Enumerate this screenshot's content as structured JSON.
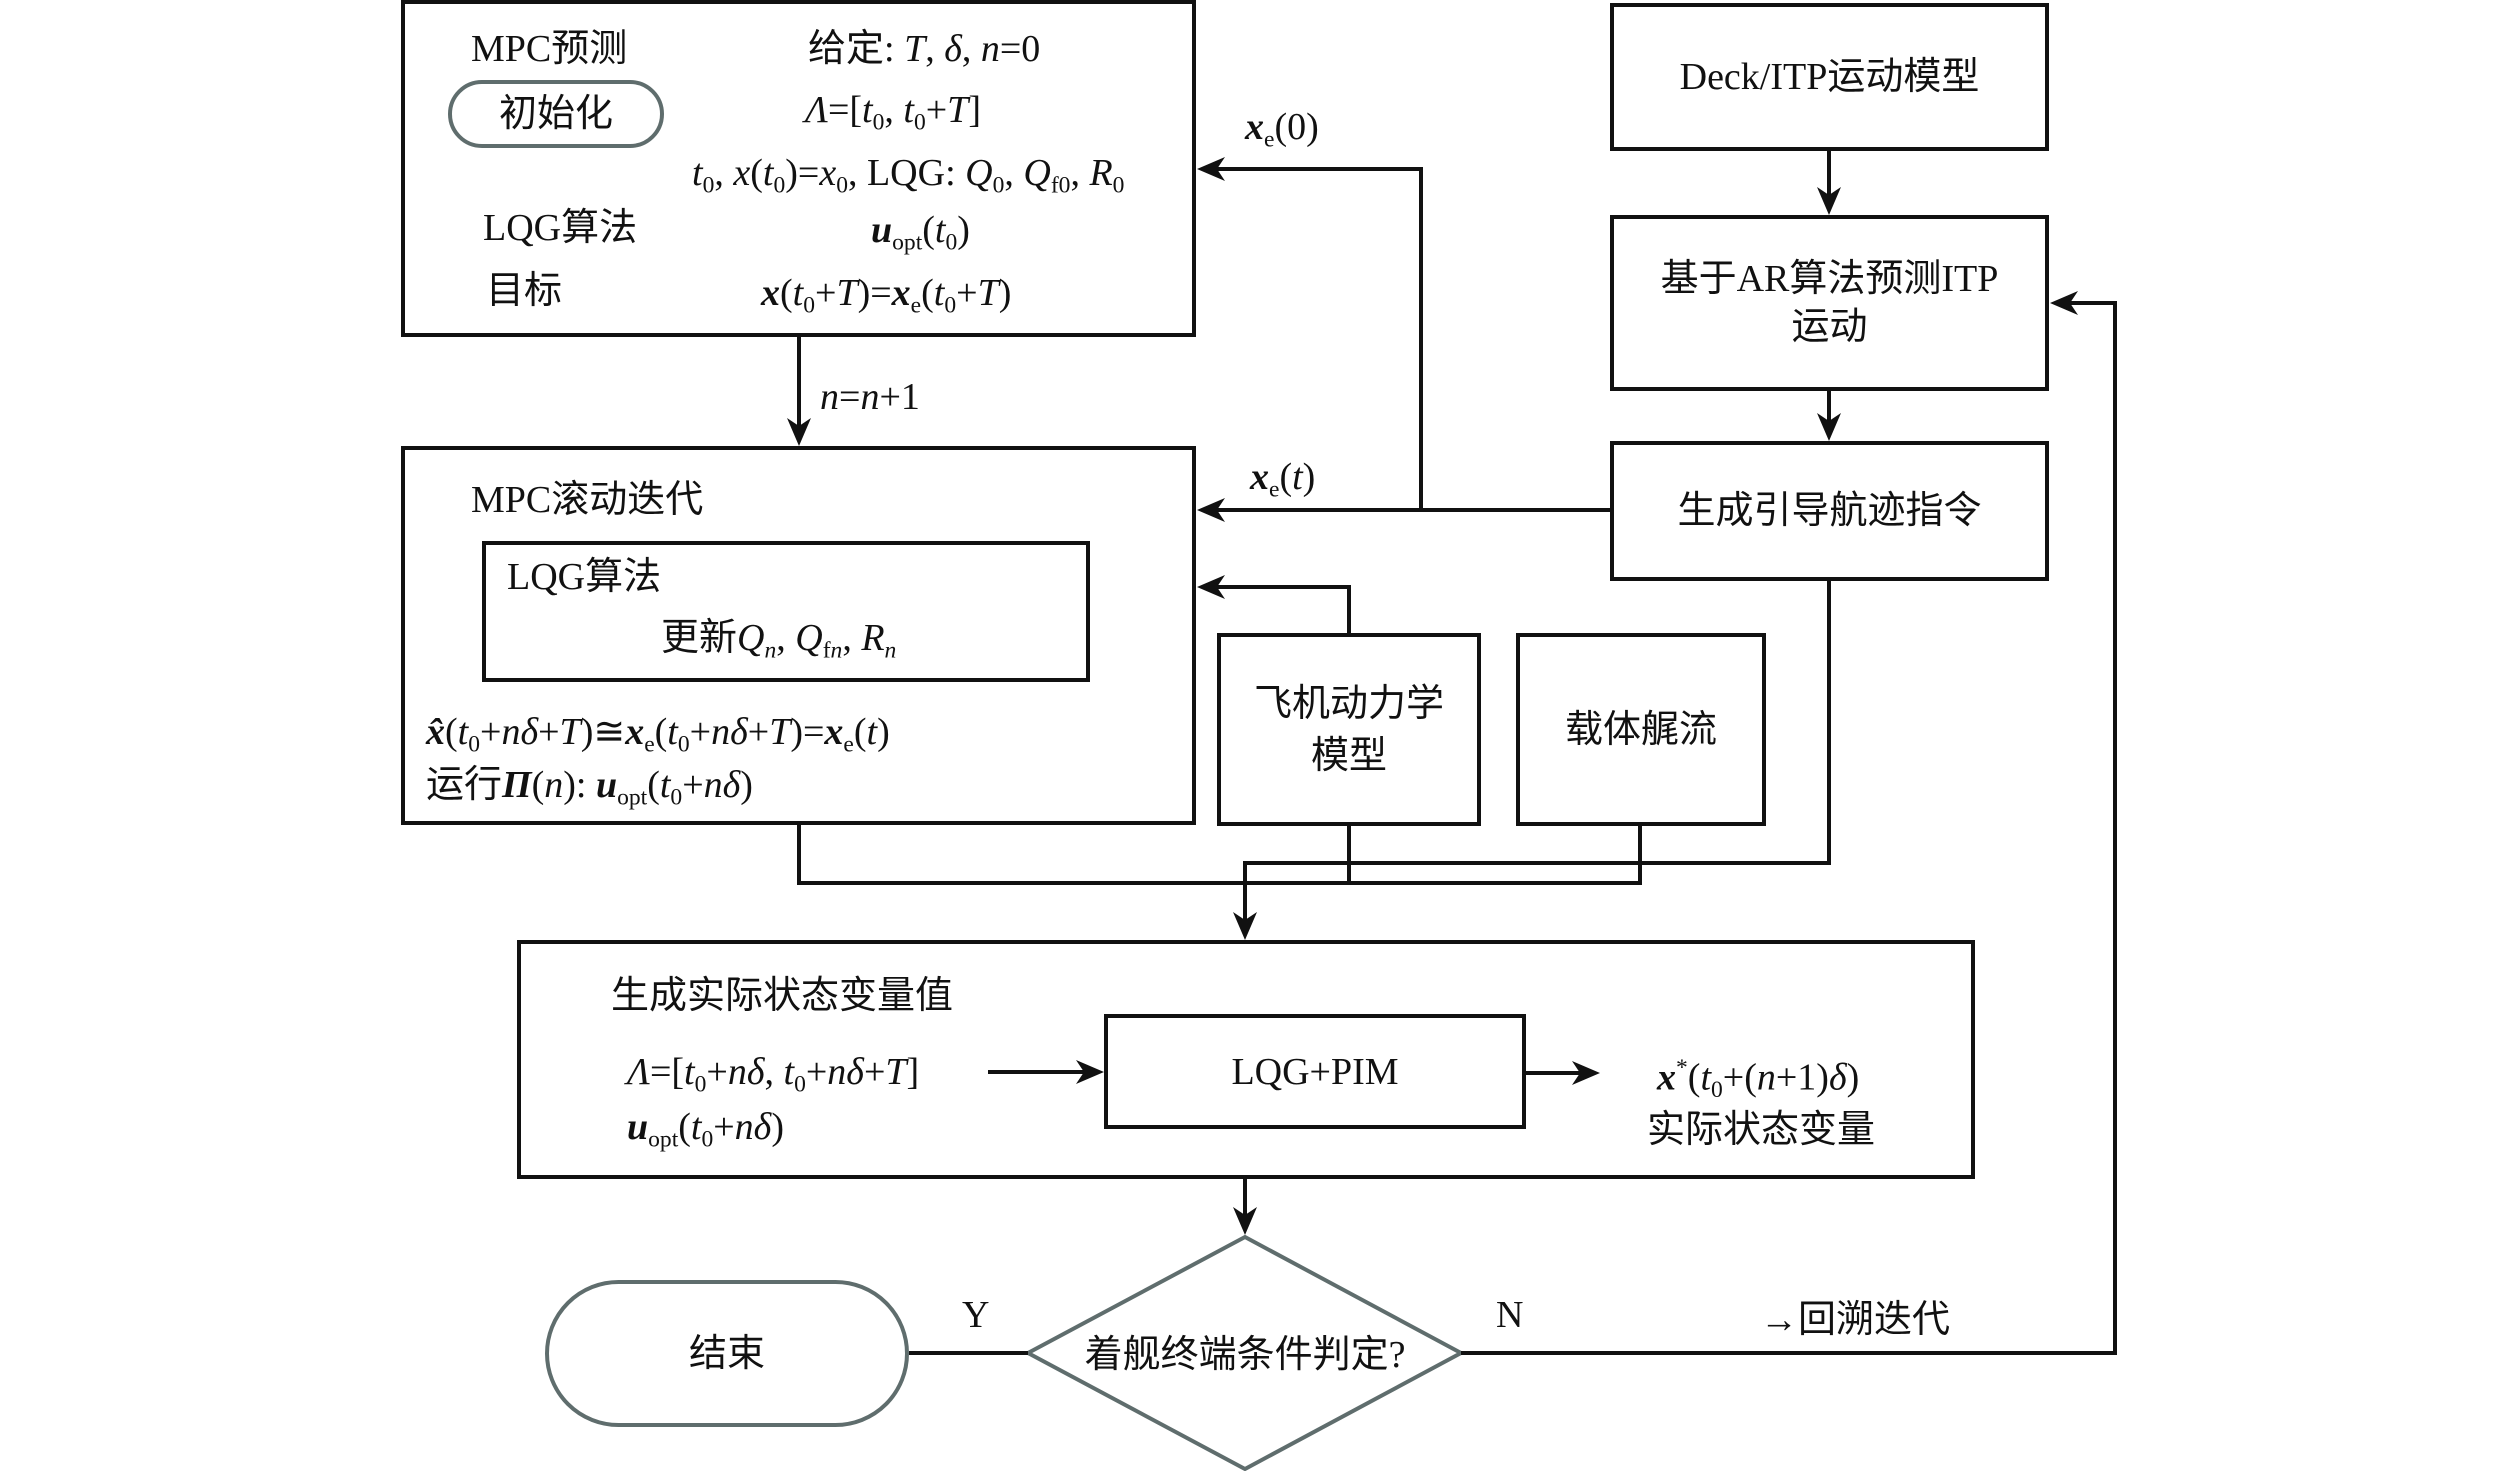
{
  "figure": {
    "type": "flowchart",
    "nodes": {
      "mpc_predict": {
        "title": "MPC预测",
        "init_label": "初始化",
        "lqg_label": "LQG算法",
        "target_label": "目标",
        "given": [
          [
            "给定: ",
            ""
          ],
          [
            "T",
            "i"
          ],
          [
            ", ",
            ""
          ],
          [
            "δ",
            "i"
          ],
          [
            ", ",
            ""
          ],
          [
            "n",
            "i"
          ],
          [
            "=0",
            ""
          ]
        ],
        "horizon": [
          [
            "Λ",
            "i"
          ],
          [
            "=[",
            ""
          ],
          [
            "t",
            "i"
          ],
          [
            "0",
            "sub"
          ],
          [
            ", ",
            ""
          ],
          [
            "t",
            "i"
          ],
          [
            "0",
            "sub"
          ],
          [
            "+",
            ""
          ],
          [
            "T",
            "i"
          ],
          [
            "]",
            ""
          ]
        ],
        "initial_conditions": [
          [
            "t",
            "i"
          ],
          [
            "0",
            "sub"
          ],
          [
            ", ",
            ""
          ],
          [
            "x",
            "i"
          ],
          [
            "(",
            ""
          ],
          [
            "t",
            "i"
          ],
          [
            "0",
            "sub"
          ],
          [
            ")=",
            ""
          ],
          [
            "x",
            "i"
          ],
          [
            "0",
            "sub"
          ],
          [
            ", LQG: ",
            ""
          ],
          [
            "Q",
            "i"
          ],
          [
            "0",
            "sub"
          ],
          [
            ", ",
            ""
          ],
          [
            "Q",
            "i"
          ],
          [
            "f0",
            "sub"
          ],
          [
            ", ",
            ""
          ],
          [
            "R",
            "i"
          ],
          [
            "0",
            "sub"
          ]
        ],
        "lqg_output": [
          [
            "u",
            "b"
          ],
          [
            "opt",
            "sub"
          ],
          [
            "(",
            ""
          ],
          [
            "t",
            "i"
          ],
          [
            "0",
            "sub"
          ],
          [
            ")",
            ""
          ]
        ],
        "target": [
          [
            "x",
            "b"
          ],
          [
            "(",
            ""
          ],
          [
            "t",
            "i"
          ],
          [
            "0",
            "sub"
          ],
          [
            "+",
            ""
          ],
          [
            "T",
            "i"
          ],
          [
            ")=",
            ""
          ],
          [
            "x",
            "b"
          ],
          [
            "e",
            "sub"
          ],
          [
            "(",
            ""
          ],
          [
            "t",
            "i"
          ],
          [
            "0",
            "sub"
          ],
          [
            "+",
            ""
          ],
          [
            "T",
            "i"
          ],
          [
            ")",
            ""
          ]
        ]
      },
      "mpc_rolling": {
        "title": "MPC滚动迭代",
        "lqg_title": "LQG算法",
        "lqg_update": [
          [
            "更新",
            ""
          ],
          [
            "Q",
            "i"
          ],
          [
            "n",
            "isub"
          ],
          [
            ", ",
            ""
          ],
          [
            "Q",
            "i"
          ],
          [
            "f",
            "sub"
          ],
          [
            "n",
            "isub"
          ],
          [
            ", ",
            ""
          ],
          [
            "R",
            "i"
          ],
          [
            "n",
            "isub"
          ]
        ],
        "estimate": [
          [
            "x̂",
            "b"
          ],
          [
            "(",
            ""
          ],
          [
            "t",
            "i"
          ],
          [
            "0",
            "sub"
          ],
          [
            "+",
            ""
          ],
          [
            "nδ",
            "i"
          ],
          [
            "+",
            ""
          ],
          [
            "T",
            "i"
          ],
          [
            ")≅",
            ""
          ],
          [
            "x",
            "b"
          ],
          [
            "e",
            "sub"
          ],
          [
            "(",
            ""
          ],
          [
            "t",
            "i"
          ],
          [
            "0",
            "sub"
          ],
          [
            "+",
            ""
          ],
          [
            "nδ",
            "i"
          ],
          [
            "+",
            ""
          ],
          [
            "T",
            "i"
          ],
          [
            ")=",
            ""
          ],
          [
            "x",
            "b"
          ],
          [
            "e",
            "sub"
          ],
          [
            "(",
            ""
          ],
          [
            "t",
            "i"
          ],
          [
            ")",
            ""
          ]
        ],
        "run": [
          [
            "运行",
            ""
          ],
          [
            "Π",
            "b"
          ],
          [
            "(",
            ""
          ],
          [
            "n",
            "i"
          ],
          [
            "): ",
            ""
          ],
          [
            "u",
            "b"
          ],
          [
            "opt",
            "sub"
          ],
          [
            "(",
            ""
          ],
          [
            "t",
            "i"
          ],
          [
            "0",
            "sub"
          ],
          [
            "+",
            ""
          ],
          [
            "nδ",
            "i"
          ],
          [
            ")",
            ""
          ]
        ]
      },
      "deck_itp_model": {
        "label": "Deck/ITP运动模型"
      },
      "ar_predict": {
        "lines": [
          "基于AR算法预测ITP",
          "运动"
        ]
      },
      "guidance_command": {
        "label": "生成引导航迹指令"
      },
      "aircraft_dynamics": {
        "lines": [
          "飞机动力学",
          "模型"
        ]
      },
      "carrier_wake": {
        "label": "载体艉流"
      },
      "actual_state": {
        "title": "生成实际状态变量值",
        "horizon": [
          [
            "Λ",
            "i"
          ],
          [
            "=[",
            ""
          ],
          [
            "t",
            "i"
          ],
          [
            "0",
            "sub"
          ],
          [
            "+",
            ""
          ],
          [
            "nδ",
            "i"
          ],
          [
            ", ",
            ""
          ],
          [
            "t",
            "i"
          ],
          [
            "0",
            "sub"
          ],
          [
            "+",
            ""
          ],
          [
            "nδ",
            "i"
          ],
          [
            "+",
            ""
          ],
          [
            "T",
            "i"
          ],
          [
            "]",
            ""
          ]
        ],
        "control": [
          [
            "u",
            "b"
          ],
          [
            "opt",
            "sub"
          ],
          [
            "(",
            ""
          ],
          [
            "t",
            "i"
          ],
          [
            "0",
            "sub"
          ],
          [
            "+",
            ""
          ],
          [
            "nδ",
            "i"
          ],
          [
            ")",
            ""
          ]
        ],
        "block_label": "LQG+PIM",
        "output": [
          [
            "x",
            "b"
          ],
          [
            "*",
            "sup"
          ],
          [
            "(",
            ""
          ],
          [
            "t",
            "i"
          ],
          [
            "0",
            "sub"
          ],
          [
            "+(",
            ""
          ],
          [
            "n",
            "i"
          ],
          [
            "+1)",
            ""
          ],
          [
            "δ",
            "i"
          ],
          [
            ")",
            ""
          ]
        ],
        "output_label": "实际状态变量"
      },
      "decision": {
        "label": "着舰终端条件判定?"
      },
      "end": {
        "label": "结束"
      }
    },
    "edge_labels": {
      "xe0": [
        [
          "x",
          "b"
        ],
        [
          "e",
          "sub"
        ],
        [
          "(0)",
          ""
        ]
      ],
      "xet": [
        [
          "x",
          "b"
        ],
        [
          "e",
          "sub"
        ],
        [
          "(",
          ""
        ],
        [
          "t",
          "i"
        ],
        [
          ")",
          ""
        ]
      ],
      "increment": [
        [
          "n",
          "i"
        ],
        [
          "=",
          ""
        ],
        [
          "n",
          "i"
        ],
        [
          "+1",
          ""
        ]
      ],
      "yes": "Y",
      "no": "N",
      "backtrack": "→回溯迭代"
    },
    "colors": {
      "line": "#111111",
      "terminal_stroke": "#5f6d6d",
      "background": "#ffffff"
    }
  }
}
